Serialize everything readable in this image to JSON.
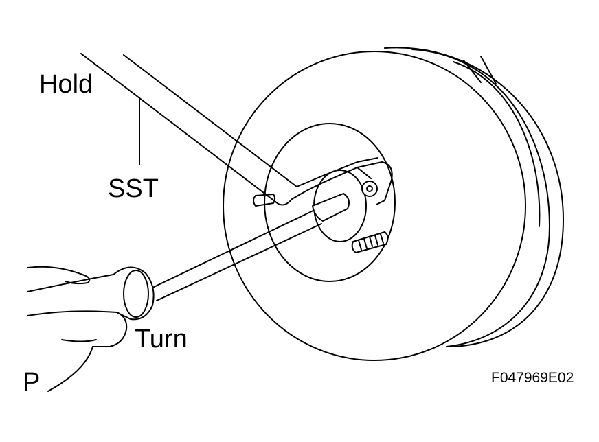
{
  "labels": {
    "hold": "Hold",
    "sst": "SST",
    "turn": "Turn",
    "view": "P",
    "figure_code": "F047969E02"
  },
  "colors": {
    "ink": "#000000",
    "paper": "#ffffff"
  }
}
